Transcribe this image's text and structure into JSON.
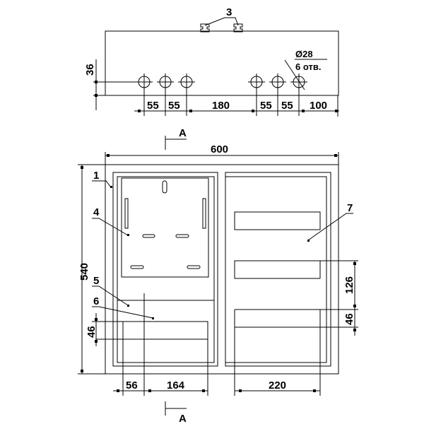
{
  "top_view": {
    "callout_mount": "3",
    "hole_diameter": "Ø28",
    "hole_count": "6 отв.",
    "dim_height": "36",
    "dims": [
      "55",
      "55",
      "180",
      "55",
      "55",
      "100"
    ]
  },
  "front_view": {
    "section_label_top": "А",
    "section_label_bottom": "А",
    "dim_width": "600",
    "dim_height": "540",
    "dim_left_46": "46",
    "dim_56": "56",
    "dim_164": "164",
    "dim_220": "220",
    "dim_126": "126",
    "dim_right_46": "46",
    "callouts": [
      "1",
      "4",
      "5",
      "6",
      "7"
    ]
  }
}
